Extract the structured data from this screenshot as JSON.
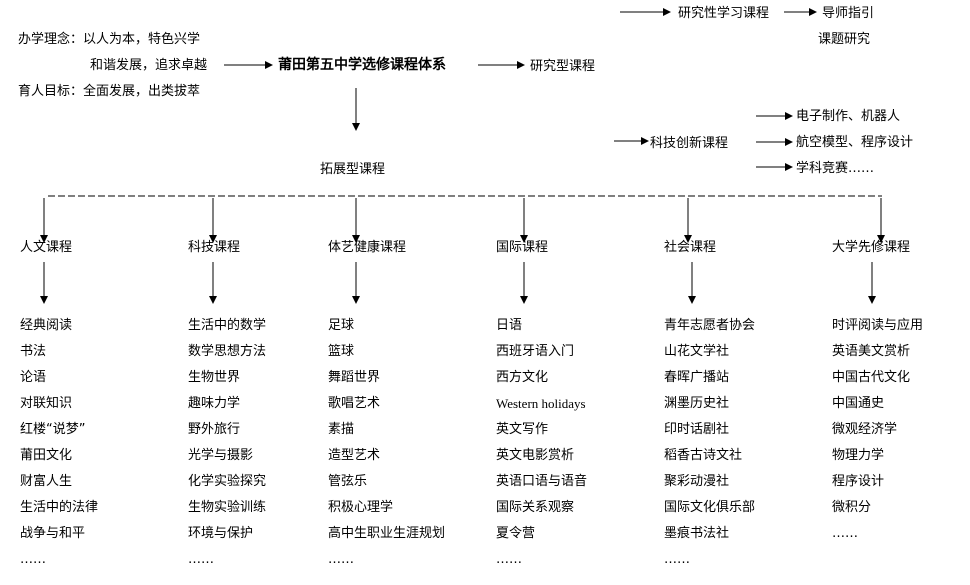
{
  "philosophy": {
    "line1": "办学理念：以人为本，特色兴学",
    "line2": "和谐发展，追求卓越",
    "goal": "育人目标：全面发展，出类拔萃"
  },
  "system_title": "莆田第五中学选修课程体系",
  "research": {
    "label": "研究型课程",
    "sub": "研究性学习课程",
    "mentor": "导师指引",
    "topic": "课题研究"
  },
  "tech": {
    "label": "科技创新课程",
    "items": [
      "电子制作、机器人",
      "航空模型、程序设计",
      "学科竞赛……"
    ]
  },
  "extension_label": "拓展型课程",
  "categories": [
    {
      "name": "人文课程",
      "items": [
        "经典阅读",
        "书法",
        "论语",
        "对联知识",
        "红楼“说梦”",
        "莆田文化",
        "财富人生",
        "生活中的法律",
        "战争与和平",
        "……"
      ]
    },
    {
      "name": "科技课程",
      "items": [
        "生活中的数学",
        "数学思想方法",
        "生物世界",
        "趣味力学",
        "野外旅行",
        "光学与摄影",
        "化学实验探究",
        "生物实验训练",
        "环境与保护",
        "……"
      ]
    },
    {
      "name": "体艺健康课程",
      "items": [
        "足球",
        "篮球",
        "舞蹈世界",
        "歌唱艺术",
        "素描",
        "造型艺术",
        "管弦乐",
        "积极心理学",
        "高中生职业生涯规划",
        "……"
      ]
    },
    {
      "name": "国际课程",
      "items": [
        "日语",
        "西班牙语入门",
        "西方文化",
        "Western holidays",
        "英文写作",
        "英文电影赏析",
        "英语口语与语音",
        "国际关系观察",
        "夏令营",
        "……"
      ]
    },
    {
      "name": "社会课程",
      "items": [
        "青年志愿者协会",
        "山花文学社",
        "春晖广播站",
        "渊墨历史社",
        "印时话剧社",
        "稻香古诗文社",
        "聚彩动漫社",
        "国际文化俱乐部",
        "墨痕书法社",
        "……"
      ]
    },
    {
      "name": "大学先修课程",
      "items": [
        "时评阅读与应用",
        "英语美文赏析",
        "中国古代文化",
        "中国通史",
        "微观经济学",
        "物理力学",
        "程序设计",
        "微积分",
        "……"
      ]
    }
  ]
}
